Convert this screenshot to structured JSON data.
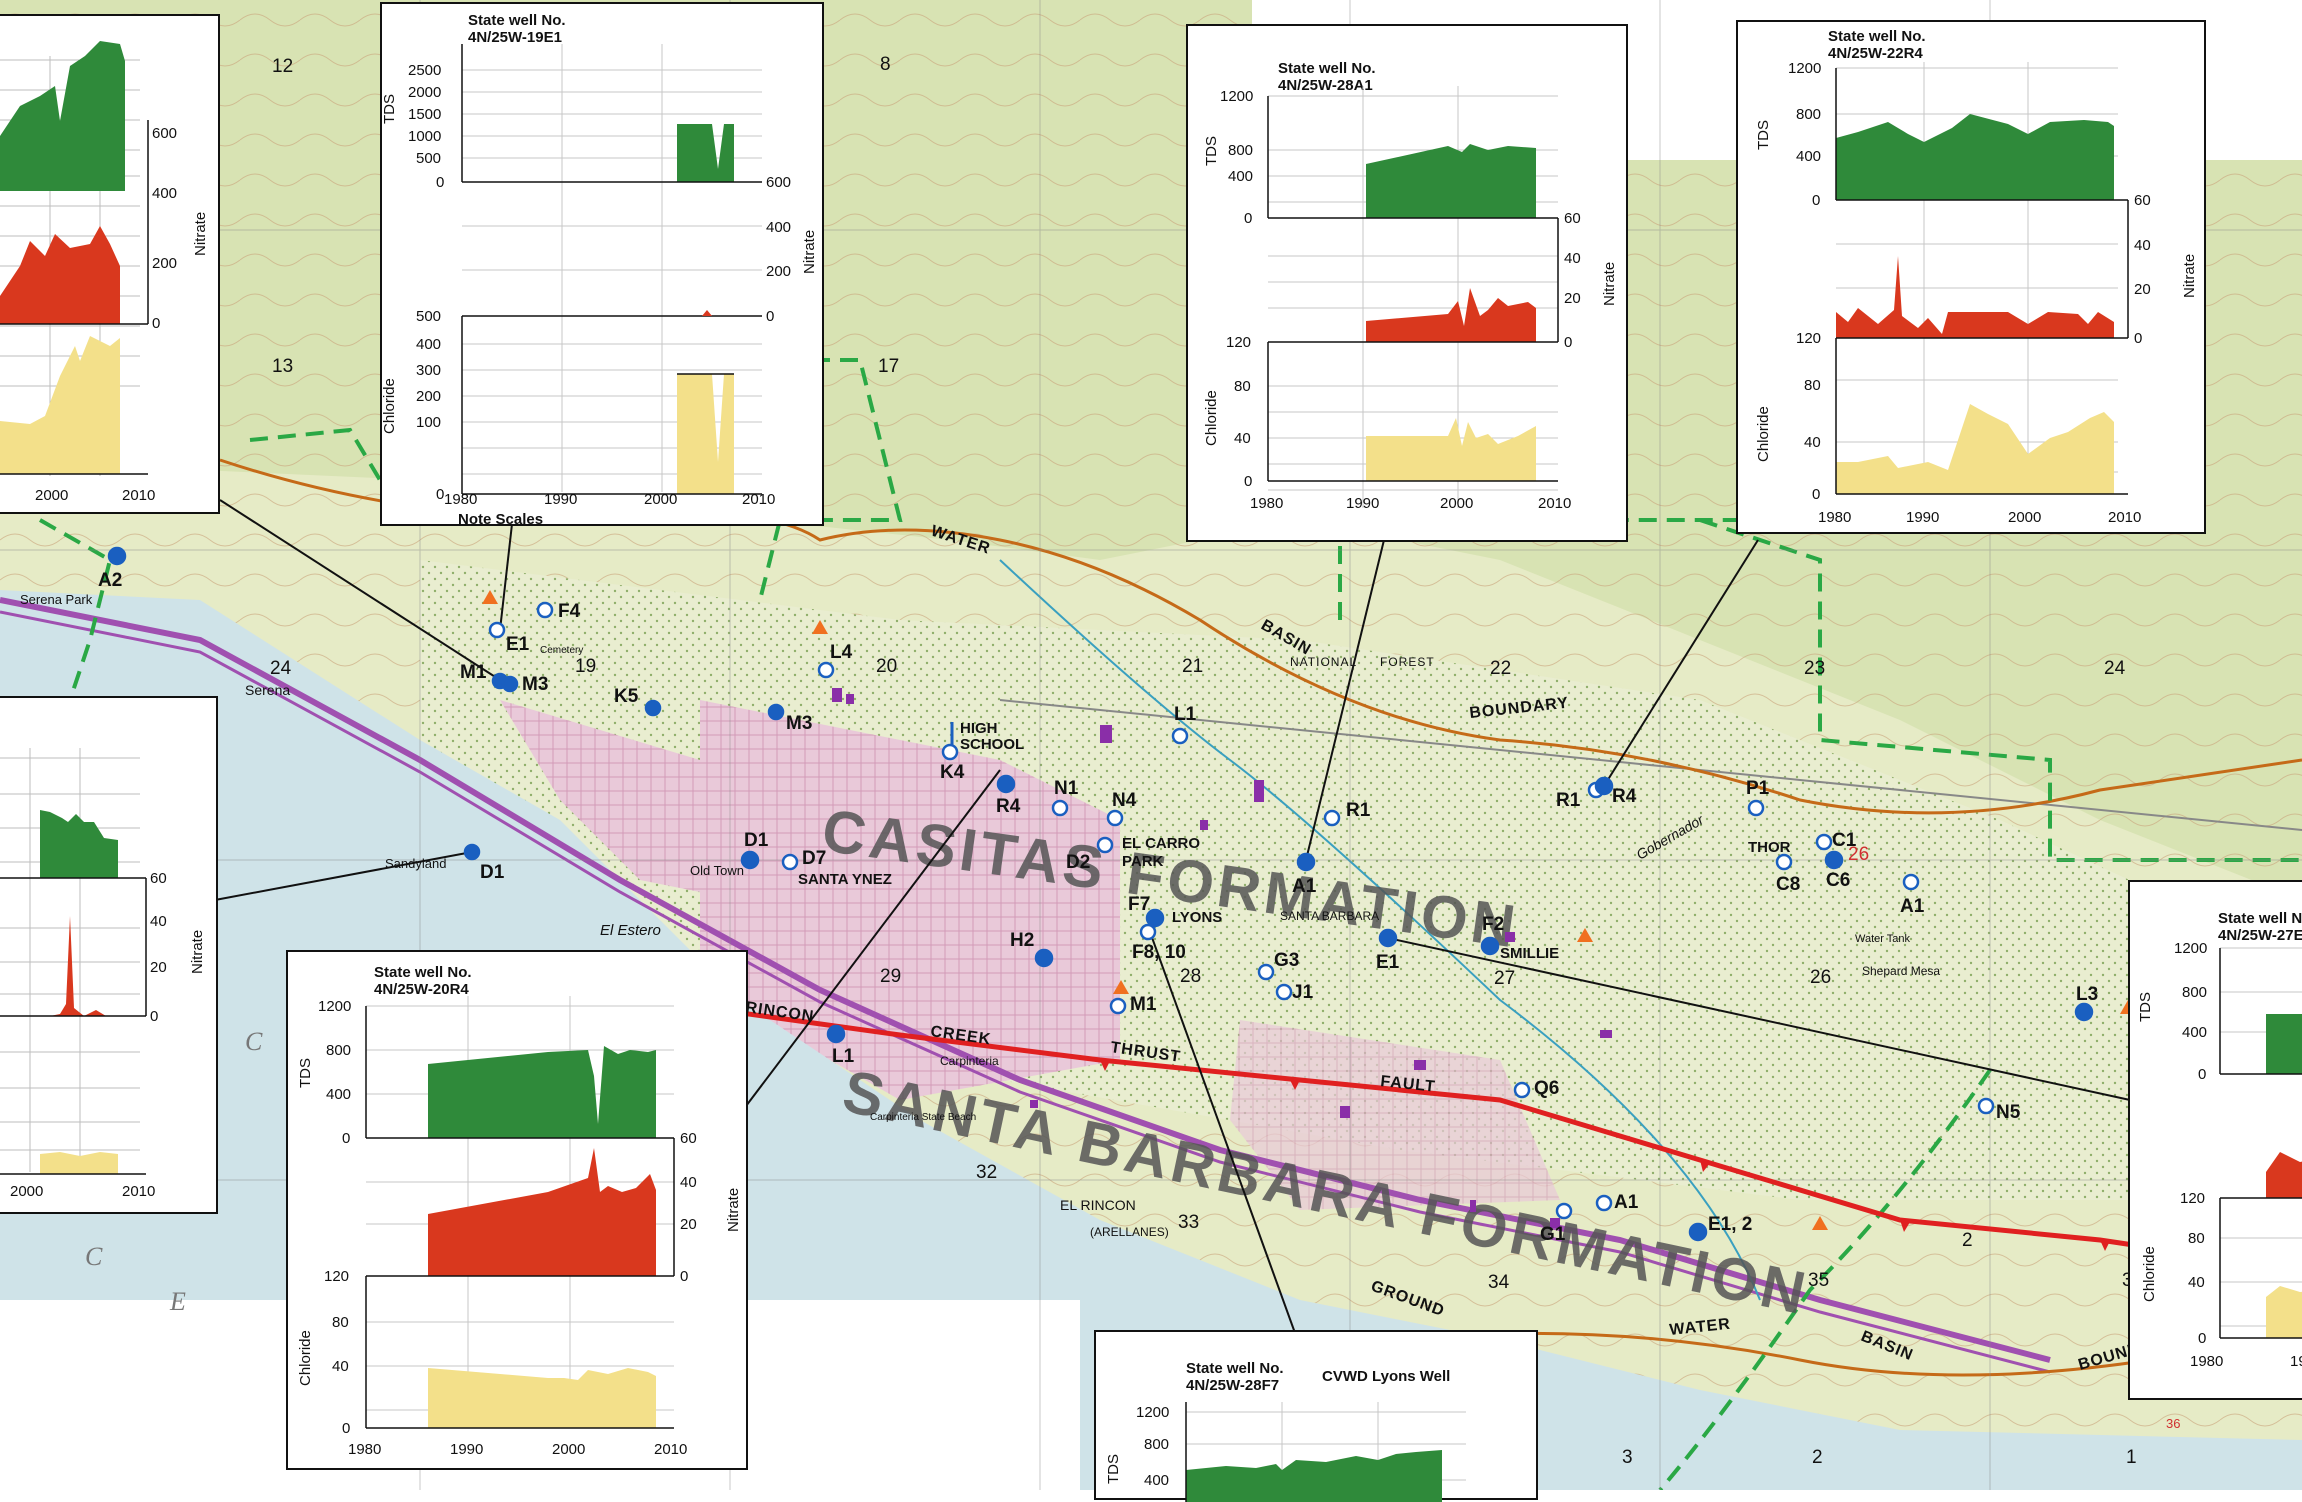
{
  "map": {
    "formations": [
      "CASITAS FORMATION",
      "SANTA BARBARA FORMATION"
    ],
    "fault_labels": [
      "RINCON",
      "CREEK",
      "THRUST",
      "FAULT"
    ],
    "boundary_labels": [
      "WATER",
      "BASIN",
      "BOUNDARY",
      "NATIONAL",
      "FOREST",
      "GROUND",
      "WATER",
      "BASIN",
      "BOUNDARY"
    ],
    "places": [
      "Serena Park",
      "Serena",
      "Sandyland",
      "Old Town",
      "El Estero",
      "SANTA BARBARA",
      "Carpinteria",
      "EL RINCON",
      "(ARELLANES)",
      "Gobernador",
      "Shepard Mesa",
      "Water Tank",
      "Carpinteria State Beach",
      "Cemetery"
    ],
    "ocean_letters": [
      "C",
      "C",
      "E"
    ],
    "well_labels": {
      "A2": "A2",
      "E1a": "E1",
      "F4": "F4",
      "M1a": "M1",
      "M3a": "M3",
      "K5": "K5",
      "M3b": "M3",
      "L4": "L4",
      "D1a": "D1",
      "D1b": "D1",
      "D7": "D7",
      "SANTAYNEZ": "SANTA YNEZ",
      "HIGH": "HIGH",
      "SCHOOL": "SCHOOL",
      "K4": "K4",
      "R4a": "R4",
      "N1": "N1",
      "N4": "N4",
      "ELCARRO": "EL CARRO",
      "PARK": "PARK",
      "D2": "D2",
      "L1a": "L1",
      "R1a": "R1",
      "A1a": "A1",
      "F7": "F7",
      "LYONS": "LYONS",
      "F810": "F8, 10",
      "H2": "H2",
      "M1b": "M1",
      "G3": "G3",
      "J1": "J1",
      "E1b": "E1",
      "F2": "F2",
      "SMILLIE": "SMILLIE",
      "R1b": "R1",
      "R4b": "R4",
      "P1": "P1",
      "THOR": "THOR",
      "C1": "C1",
      "C8": "C8",
      "C6": "C6",
      "A1b": "A1",
      "L3": "L3",
      "N5": "N5",
      "Q6": "Q6",
      "G1": "G1",
      "A1c": "A1",
      "E12": "E1, 2",
      "L1b": "L1"
    },
    "sections": [
      "12",
      "8",
      "13",
      "17",
      "19",
      "20",
      "21",
      "22",
      "23",
      "24",
      "24",
      "28",
      "29",
      "27",
      "26",
      "26",
      "32",
      "33",
      "34",
      "35",
      "2",
      "3",
      "2",
      "1",
      "36",
      "3"
    ]
  },
  "note_scales": "Note Scales",
  "insets": {
    "i19E1": {
      "title": "State well No.\n4N/25W-19E1",
      "tds_label": "TDS",
      "nitrate_label": "Nitrate",
      "chloride_label": "Chloride",
      "tds_ticks": [
        "2500",
        "2000",
        "1500",
        "1000",
        "500",
        "0"
      ],
      "nitrate_ticks": [
        "600",
        "400",
        "200",
        "0"
      ],
      "chloride_ticks": [
        "500",
        "400",
        "300",
        "200",
        "100",
        "0"
      ],
      "year_ticks": [
        "1980",
        "1990",
        "2000",
        "2010"
      ]
    },
    "i28A1": {
      "title": "State well No.\n4N/25W-28A1",
      "tds_label": "TDS",
      "nitrate_label": "Nitrate",
      "chloride_label": "Chloride",
      "tds_ticks": [
        "1200",
        "800",
        "400",
        "0"
      ],
      "nitrate_ticks": [
        "60",
        "40",
        "20",
        "0"
      ],
      "chloride_ticks": [
        "120",
        "80",
        "40",
        "0"
      ],
      "year_ticks": [
        "1980",
        "1990",
        "2000",
        "2010"
      ]
    },
    "i22R4": {
      "title": "State well No.\n4N/25W-22R4",
      "tds_label": "TDS",
      "nitrate_label": "Nitrate",
      "chloride_label": "Chloride",
      "tds_ticks": [
        "1200",
        "800",
        "400",
        "0"
      ],
      "nitrate_ticks": [
        "60",
        "40",
        "20",
        "0"
      ],
      "chloride_ticks": [
        "120",
        "80",
        "40",
        "0"
      ],
      "year_ticks": [
        "1980",
        "1990",
        "2000",
        "2010"
      ]
    },
    "i20R4": {
      "title": "State well No.\n4N/25W-20R4",
      "tds_label": "TDS",
      "nitrate_label": "Nitrate",
      "chloride_label": "Chloride",
      "tds_ticks": [
        "1200",
        "800",
        "400",
        "0"
      ],
      "nitrate_ticks": [
        "60",
        "40",
        "20",
        "0"
      ],
      "chloride_ticks": [
        "120",
        "80",
        "40",
        "0"
      ],
      "year_ticks": [
        "1980",
        "1990",
        "2000",
        "2010"
      ]
    },
    "i28F7": {
      "title": "State well No.\n4N/25W-28F7",
      "subtitle": "CVWD Lyons Well",
      "tds_label": "TDS",
      "tds_ticks": [
        "1200",
        "800",
        "400"
      ]
    },
    "i27E": {
      "title": "State well N\n4N/25W-27E",
      "tds_label": "TDS",
      "chloride_label": "Chloride",
      "tds_ticks": [
        "1200",
        "800",
        "400",
        "0"
      ],
      "chloride_ticks": [
        "120",
        "80",
        "40",
        "0"
      ],
      "year_ticks": [
        "1980",
        "19"
      ]
    },
    "iTL": {
      "nitrate_label": "Nitrate",
      "nitrate_ticks": [
        "600",
        "400",
        "200",
        "0"
      ],
      "year_ticks": [
        "2000",
        "2010"
      ]
    },
    "iML": {
      "nitrate_label": "Nitrate",
      "nitrate_ticks": [
        "60",
        "40",
        "20",
        "0"
      ],
      "year_ticks": [
        "2000",
        "2010"
      ]
    }
  }
}
